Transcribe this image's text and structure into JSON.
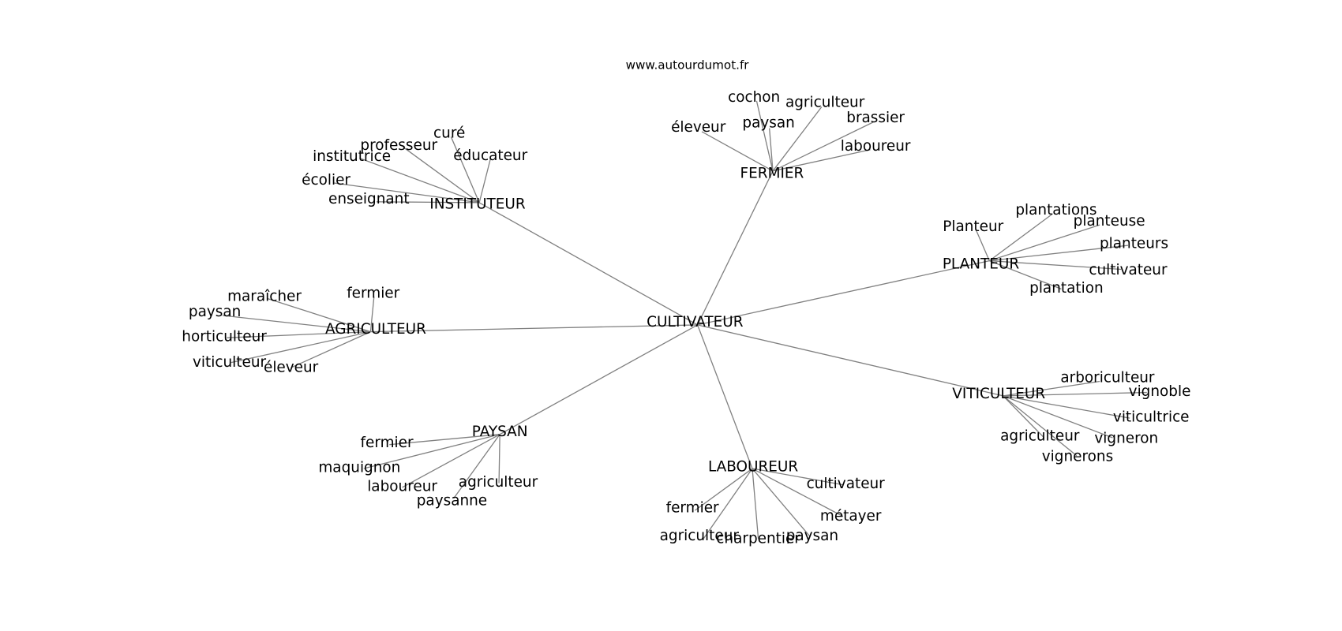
{
  "title": "www.autourdumot.fr",
  "edge_color": "#808080",
  "center": "CULTIVATEUR",
  "clusters": [
    {
      "label": "INSTITUTEUR",
      "children": [
        "curé",
        "professeur",
        "éducateur",
        "institutrice",
        "écolier",
        "enseignant"
      ]
    },
    {
      "label": "FERMIER",
      "children": [
        "cochon",
        "agriculteur",
        "paysan",
        "éleveur",
        "brassier",
        "laboureur"
      ]
    },
    {
      "label": "PLANTEUR",
      "children": [
        "Planteur",
        "plantations",
        "planteuse",
        "planteurs",
        "cultivateur",
        "plantation"
      ]
    },
    {
      "label": "VITICULTEUR",
      "children": [
        "arboriculteur",
        "vignoble",
        "viticultrice",
        "vigneron",
        "agriculteur",
        "vignerons"
      ]
    },
    {
      "label": "LABOUREUR",
      "children": [
        "cultivateur",
        "fermier",
        "métayer",
        "agriculteur",
        "charpentier",
        "paysan"
      ]
    },
    {
      "label": "PAYSAN",
      "children": [
        "fermier",
        "maquignon",
        "laboureur",
        "agriculteur",
        "paysanne"
      ]
    },
    {
      "label": "AGRICULTEUR",
      "children": [
        "fermier",
        "maraîcher",
        "paysan",
        "horticulteur",
        "viticulteur",
        "éleveur"
      ]
    }
  ]
}
